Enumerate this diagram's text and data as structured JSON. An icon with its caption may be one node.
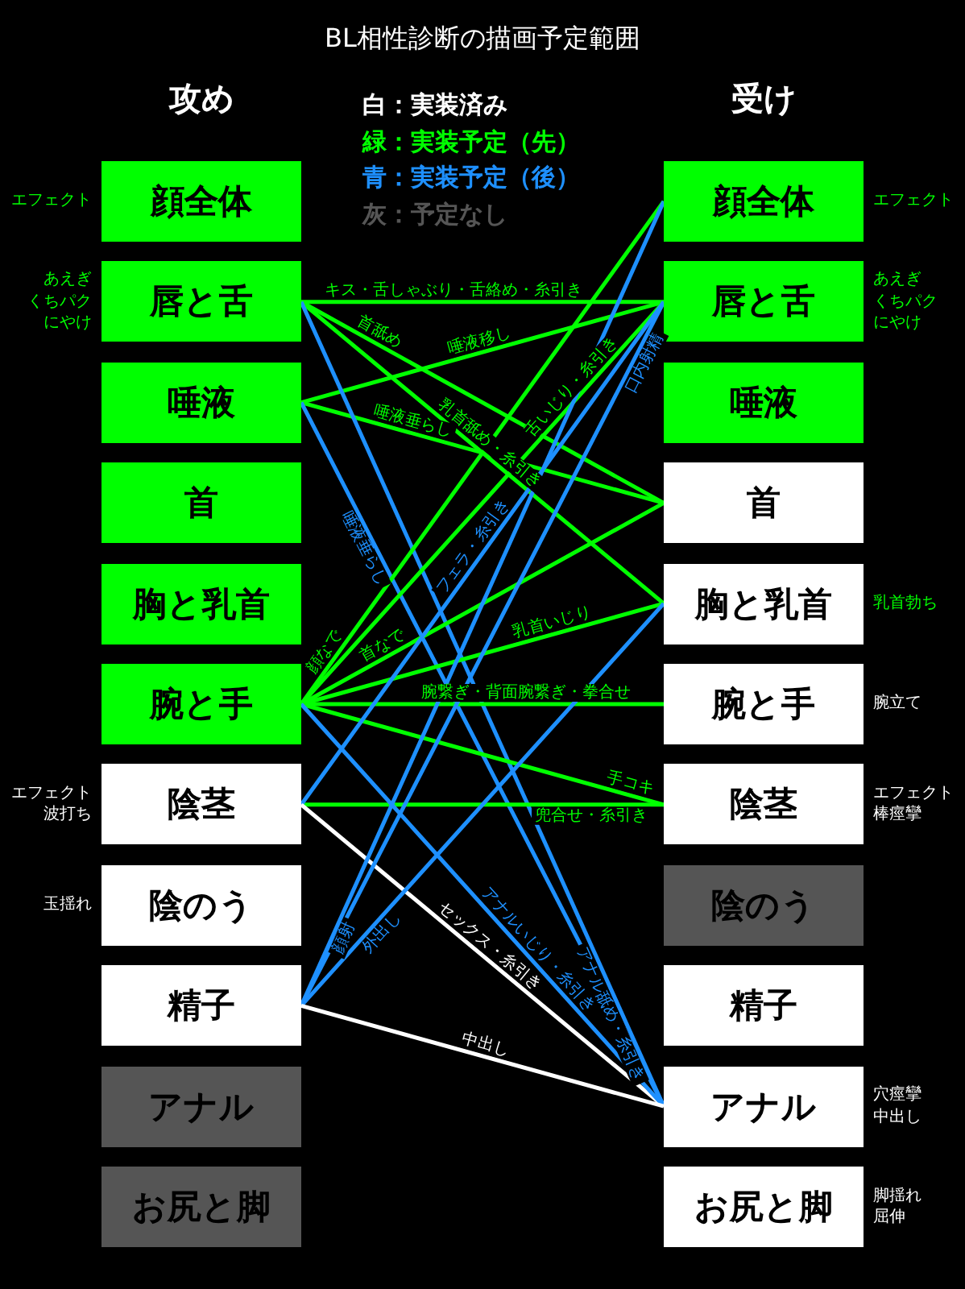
{
  "diagram": {
    "title": "BL相性診断の描画予定範囲",
    "nodes": [
      {
        "text": [
          "顔全体"
        ],
        "beside": [
          "エフェクト"
        ]
      },
      {
        "text": [
          "唇と舌"
        ],
        "beside": [
          "あえぎ",
          "くちパク",
          "にやけ"
        ]
      },
      {
        "text": [
          "唾液"
        ]
      },
      {
        "text": [
          "首"
        ]
      },
      {
        "text": [
          "胸と乳首"
        ]
      },
      {
        "text": [
          "腕と手"
        ]
      },
      {
        "text": [
          "陰茎"
        ],
        "beside": [
          "エフェクト",
          "波打ち"
        ]
      },
      {
        "text": [
          "陰のう"
        ],
        "beside": [
          "玉揺れ"
        ]
      },
      {
        "text": [
          "精子"
        ]
      },
      {
        "text": [
          "アナル"
        ]
      },
      {
        "text": [
          "お尻と脚"
        ]
      },
      {
        "text": [
          "顔全体"
        ],
        "beside": [
          "エフェクト"
        ]
      },
      {
        "text": [
          "唇と舌"
        ],
        "beside": [
          "あえぎ",
          "くちパク",
          "にやけ"
        ]
      },
      {
        "text": [
          "唾液"
        ]
      },
      {
        "text": [
          "首"
        ]
      },
      {
        "text": [
          "胸と乳首"
        ],
        "beside": [
          "乳首勃ち"
        ]
      },
      {
        "text": [
          "腕と手"
        ],
        "beside": [
          "腕立て"
        ]
      },
      {
        "text": [
          "陰茎"
        ],
        "beside": [
          "エフェクト",
          "棒痙攣"
        ]
      },
      {
        "text": [
          "陰のう"
        ]
      },
      {
        "text": [
          "精子"
        ]
      },
      {
        "text": [
          "アナル"
        ],
        "beside": [
          "穴痙攣",
          "中出し"
        ]
      },
      {
        "text": [
          "お尻と脚"
        ],
        "beside": [
          "脚揺れ",
          "屈伸"
        ]
      }
    ],
    "edges": [
      {
        "from": 1,
        "to": 12,
        "arrow": "none",
        "label": "キス・舌しゃぶり・舌絡め・糸引き"
      },
      {
        "from": 1,
        "to": 14,
        "arrow": "none",
        "label": "首舐め"
      },
      {
        "from": 1,
        "to": 15,
        "arrow": "none",
        "label": "乳首舐め・糸引き"
      },
      {
        "from": 2,
        "to": 12,
        "arrow": "none",
        "label": "唾液移し"
      },
      {
        "from": 2,
        "to": 14,
        "arrow": "none",
        "label": "唾液垂らし"
      },
      {
        "from": 1,
        "to": 20,
        "arrow": "none",
        "label": "アナル舐め・糸引き",
        "color": "#1e90ff"
      },
      {
        "from": 2,
        "to": 20,
        "arrow": "none",
        "label": "唾液垂らし",
        "color": "#1e90ff"
      },
      {
        "from": 5,
        "to": 11,
        "arrow": "none",
        "label": "顔なで"
      },
      {
        "from": 5,
        "to": 14,
        "arrow": "none",
        "label": "首なで"
      },
      {
        "from": 5,
        "to": 15,
        "arrow": "none",
        "label": "乳首いじり"
      },
      {
        "from": 5,
        "to": 16,
        "arrow": "none",
        "label": "腕繋ぎ・背面腕繋ぎ・拳合せ"
      },
      {
        "from": 5,
        "to": 17,
        "arrow": "none",
        "label": "手コキ"
      },
      {
        "from": 5,
        "to": 12,
        "arrow": "none",
        "label": "舌いじり・糸引き"
      },
      {
        "from": 6,
        "to": 17,
        "arrow": "none",
        "label": "兜合せ・糸引き"
      },
      {
        "from": 6,
        "to": 12,
        "arrow": "none",
        "label": "フェラ・糸引き",
        "color": "#1e90ff"
      },
      {
        "from": 6,
        "to": 20,
        "arrow": "none",
        "label": "セックス・糸引き",
        "color": "#ffffff"
      },
      {
        "from": 5,
        "to": 20,
        "arrow": "none",
        "label": "アナルいじり・糸引き",
        "color": "#1e90ff"
      },
      {
        "from": 8,
        "to": 11,
        "arrow": "none",
        "label": "顔射",
        "color": "#1e90ff"
      },
      {
        "from": 8,
        "to": 15,
        "arrow": "none",
        "label": "外出し",
        "color": "#1e90ff"
      },
      {
        "from": 8,
        "to": 12,
        "arrow": "none",
        "label": "口内射精",
        "color": "#1e90ff"
      },
      {
        "from": 8,
        "to": 20,
        "arrow": "none",
        "label": "中出し",
        "color": "#ffffff"
      }
    ],
    "labels": [
      "攻め",
      "受け"
    ],
    "legend": [
      {
        "text": "白：実装済み",
        "color": "#ffffff"
      },
      {
        "text": "緑：実装予定（先）",
        "color": "#00ff00"
      },
      {
        "text": "青：実装予定（後）",
        "color": "#1e90ff"
      },
      {
        "text": "灰：予定なし",
        "color": "#555555"
      }
    ]
  }
}
